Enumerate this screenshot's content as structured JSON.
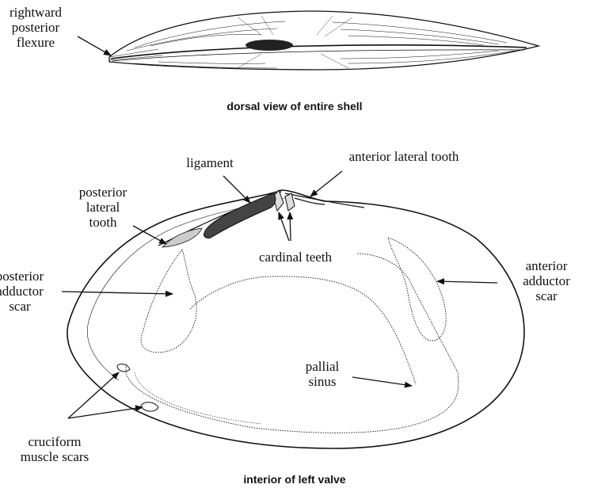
{
  "top_view": {
    "caption": "dorsal view of entire shell",
    "labels": {
      "flexure": [
        "rightward",
        "posterior",
        "flexure"
      ]
    }
  },
  "bottom_view": {
    "caption": "interior of left valve",
    "labels": {
      "ligament": "ligament",
      "anterior_lateral_tooth": "anterior lateral tooth",
      "posterior_lateral_tooth": [
        "posterior",
        "lateral",
        "tooth"
      ],
      "cardinal_teeth": "cardinal teeth",
      "posterior_adductor_scar": [
        "posterior",
        "adductor",
        "scar"
      ],
      "anterior_adductor_scar": [
        "anterior",
        "adductor",
        "scar"
      ],
      "pallial_sinus": [
        "pallial",
        "sinus"
      ],
      "cruciform_muscle_scars": [
        "cruciform",
        "muscle scars"
      ]
    }
  }
}
